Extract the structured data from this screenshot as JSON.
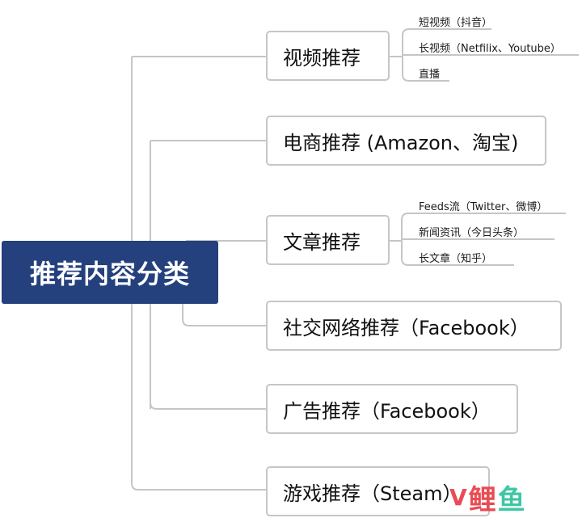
{
  "root": {
    "label": "推荐内容分类"
  },
  "branches": [
    {
      "label": "视频推荐",
      "children": [
        "短视频（抖音）",
        "长视频（Netfilix、Youtube）",
        "直播"
      ]
    },
    {
      "label": "电商推荐 (Amazon、淘宝)",
      "children": []
    },
    {
      "label": "文章推荐",
      "children": [
        "Feeds流（Twitter、微博）",
        "新闻资讯（今日头条）",
        "长文章（知乎）"
      ]
    },
    {
      "label": "社交网络推荐（Facebook）",
      "children": []
    },
    {
      "label": "广告推荐（Facebook）",
      "children": []
    },
    {
      "label": "游戏推荐（Steam）",
      "children": []
    }
  ],
  "watermark": {
    "mark": "V",
    "text1": "鲤",
    "text2": "鱼"
  },
  "colors": {
    "root_bg": "#24407d",
    "line": "#c6c6c6",
    "watermark_red": "#e94c54",
    "watermark_green": "#3fc6a5"
  }
}
